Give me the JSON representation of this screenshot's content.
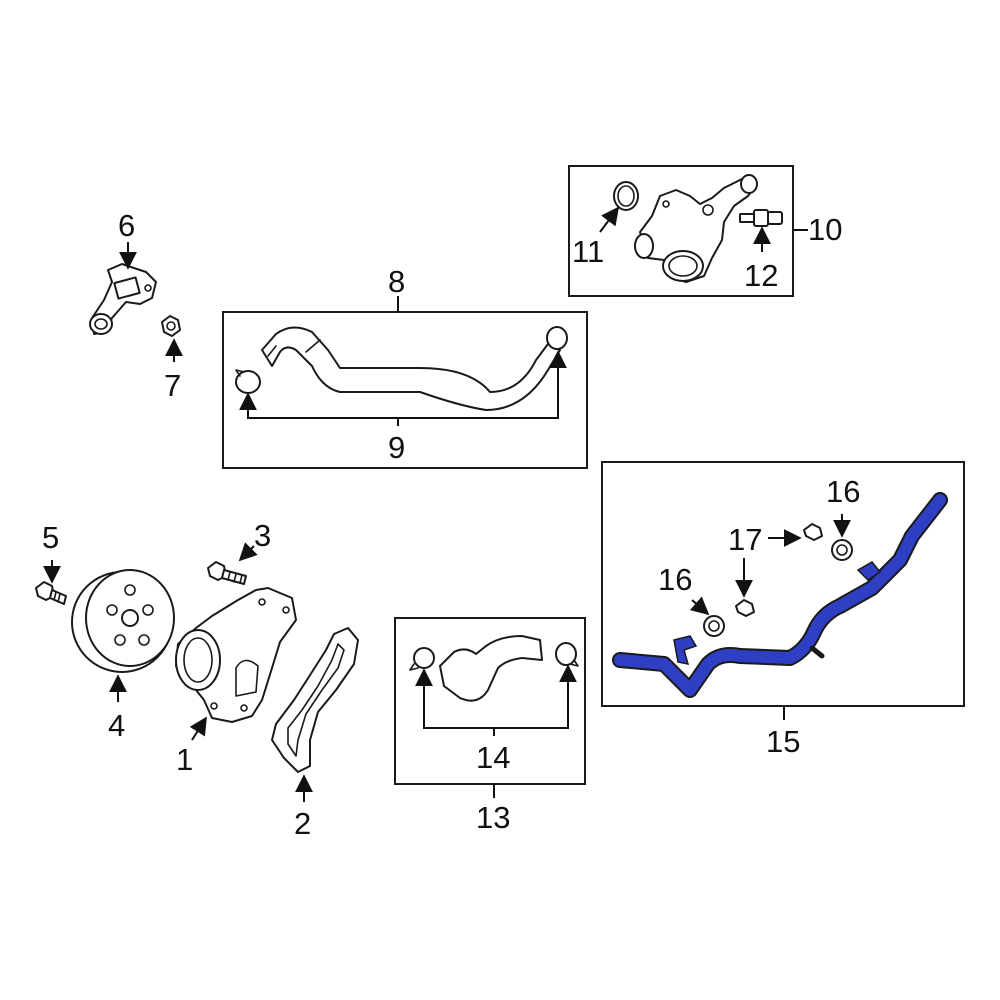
{
  "callouts": {
    "c1": "1",
    "c2": "2",
    "c3": "3",
    "c4": "4",
    "c5": "5",
    "c6": "6",
    "c7": "7",
    "c8": "8",
    "c9": "9",
    "c10": "10",
    "c11": "11",
    "c12": "12",
    "c13": "13",
    "c14": "14",
    "c15": "15",
    "c16a": "16",
    "c16b": "16",
    "c17": "17"
  },
  "colors": {
    "highlight_part": "#2e3fc4",
    "line": "#1a1a1a",
    "background": "#ffffff"
  },
  "highlighted_part_callout": "15"
}
